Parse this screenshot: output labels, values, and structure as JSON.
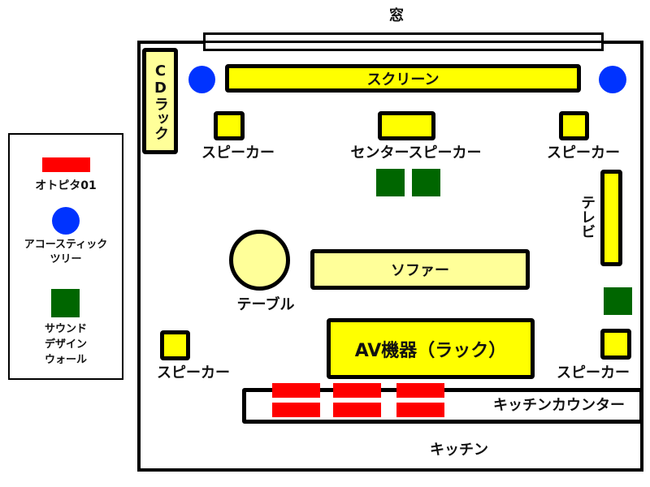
{
  "window_label": "窓",
  "kitchen_label": "キッチン",
  "items": {
    "cd_rack": "CDラック",
    "screen": "スクリーン",
    "speaker": "スピーカー",
    "center_speaker": "センタースピーカー",
    "tv": "テレビ",
    "table": "テーブル",
    "sofa": "ソファー",
    "av_rack": "AV機器（ラック）",
    "kitchen_counter": "キッチンカウンター"
  },
  "legend": {
    "otopita": "オトピタ01",
    "acoustic_tree_1": "アコースティック",
    "acoustic_tree_2": "ツリー",
    "sound_wall_1": "サウンド",
    "sound_wall_2": "デザイン",
    "sound_wall_3": "ウォール"
  },
  "colors": {
    "yellow": "#ffff00",
    "light_yellow": "#ffff99",
    "blue": "#0033ff",
    "green": "#006600",
    "red": "#ff0000"
  }
}
